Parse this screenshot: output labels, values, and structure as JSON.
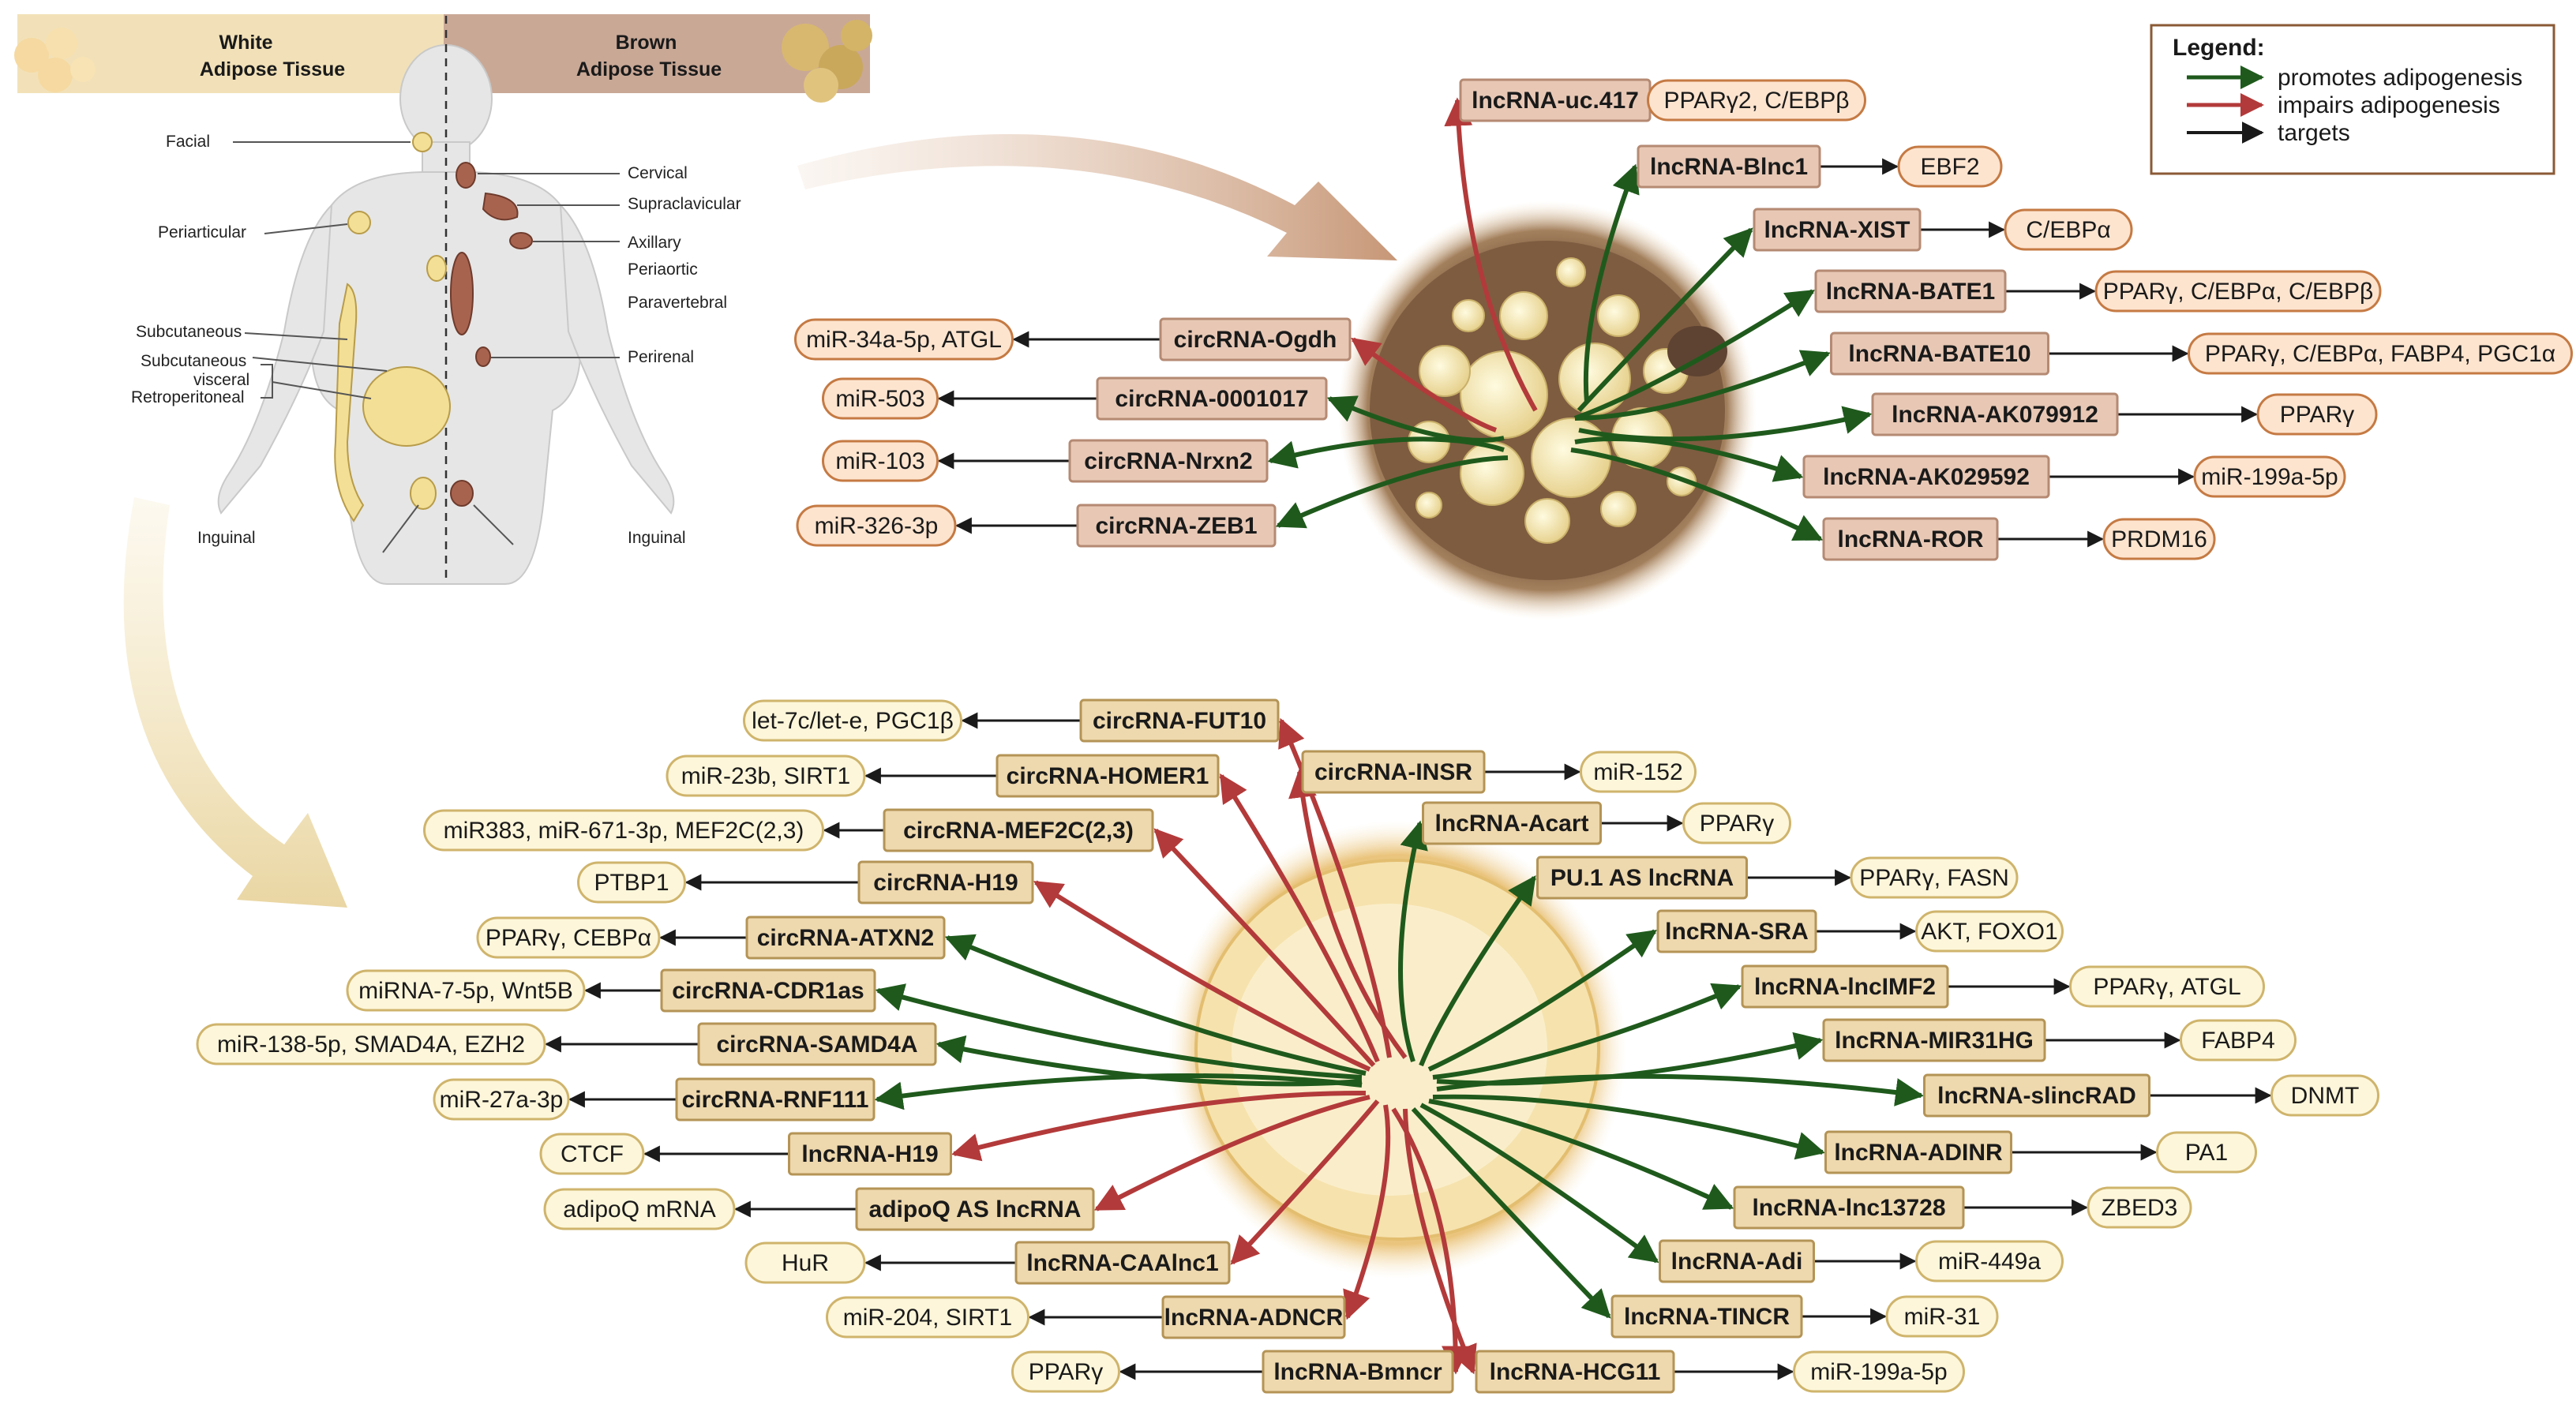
{
  "legend": {
    "title": "Legend:",
    "items": [
      {
        "label": "promotes adipogenesis",
        "color": "#1f5a1c"
      },
      {
        "label": "impairs adipogenesis",
        "color": "#b33a3a"
      },
      {
        "label": "targets",
        "color": "#1a1a1a"
      }
    ]
  },
  "body_panel": {
    "white_header": "White\nAdipose Tissue",
    "brown_header": "Brown\nAdipose Tissue",
    "white_labels": [
      "Facial",
      "Periarticular",
      "Subcutaneous",
      "Subcutaneous\nvisceral",
      "Retroperitoneal",
      "Inguinal"
    ],
    "brown_labels": [
      "Cervical",
      "Supraclavicular",
      "Axillary",
      "Periaortic",
      "Paravertebral",
      "Perirenal",
      "Inguinal"
    ]
  },
  "brown_regulators": [
    {
      "name": "lncRNA-uc.417",
      "target": "PPARγ2, C/EBPβ",
      "effect": "impairs"
    },
    {
      "name": "lncRNA-Blnc1",
      "target": "EBF2",
      "effect": "promotes"
    },
    {
      "name": "lncRNA-XIST",
      "target": "C/EBPα",
      "effect": "promotes"
    },
    {
      "name": "lncRNA-BATE1",
      "target": "PPARγ, C/EBPα, C/EBPβ",
      "effect": "promotes"
    },
    {
      "name": "lncRNA-BATE10",
      "target": "PPARγ, C/EBPα, FABP4, PGC1α",
      "effect": "promotes"
    },
    {
      "name": "lncRNA-AK079912",
      "target": "PPARγ",
      "effect": "promotes"
    },
    {
      "name": "lncRNA-AK029592",
      "target": "miR-199a-5p",
      "effect": "promotes"
    },
    {
      "name": "lncRNA-ROR",
      "target": "PRDM16",
      "effect": "promotes"
    },
    {
      "name": "circRNA-Ogdh",
      "target": "miR-34a-5p, ATGL",
      "effect": "impairs"
    },
    {
      "name": "circRNA-0001017",
      "target": "miR-503",
      "effect": "promotes"
    },
    {
      "name": "circRNA-Nrxn2",
      "target": "miR-103",
      "effect": "promotes"
    },
    {
      "name": "circRNA-ZEB1",
      "target": "miR-326-3p",
      "effect": "promotes"
    }
  ],
  "white_regulators": [
    {
      "name": "circRNA-FUT10",
      "target": "let-7c/let-e, PGC1β",
      "effect": "impairs"
    },
    {
      "name": "circRNA-HOMER1",
      "target": "miR-23b, SIRT1",
      "effect": "impairs"
    },
    {
      "name": "circRNA-MEF2C(2,3)",
      "target": "miR383, miR-671-3p, MEF2C(2,3)",
      "effect": "impairs"
    },
    {
      "name": "circRNA-H19",
      "target": "PTBP1",
      "effect": "impairs"
    },
    {
      "name": "circRNA-ATXN2",
      "target": "PPARγ, CEBPα",
      "effect": "promotes"
    },
    {
      "name": "circRNA-CDR1as",
      "target": "miRNA-7-5p, Wnt5B",
      "effect": "promotes"
    },
    {
      "name": "circRNA-SAMD4A",
      "target": "miR-138-5p, SMAD4A, EZH2",
      "effect": "promotes"
    },
    {
      "name": "circRNA-RNF111",
      "target": "miR-27a-3p",
      "effect": "promotes"
    },
    {
      "name": "lncRNA-H19",
      "target": "CTCF",
      "effect": "impairs"
    },
    {
      "name": "adipoQ AS lncRNA",
      "target": "adipoQ mRNA",
      "effect": "impairs"
    },
    {
      "name": "lncRNA-CAAlnc1",
      "target": "HuR",
      "effect": "impairs"
    },
    {
      "name": "lncRNA-ADNCR",
      "target": "miR-204, SIRT1",
      "effect": "impairs"
    },
    {
      "name": "lncRNA-Bmncr",
      "target": "PPARγ",
      "effect": "impairs"
    },
    {
      "name": "lncRNA-HCG11",
      "target": "miR-199a-5p",
      "effect": "impairs"
    },
    {
      "name": "circRNA-INSR",
      "target": "miR-152",
      "effect": "impairs"
    },
    {
      "name": "lncRNA-Acart",
      "target": "PPARγ",
      "effect": "promotes"
    },
    {
      "name": "PU.1 AS lncRNA",
      "target": "PPARγ, FASN",
      "effect": "promotes"
    },
    {
      "name": "lncRNA-SRA",
      "target": "AKT, FOXO1",
      "effect": "promotes"
    },
    {
      "name": "lncRNA-lncIMF2",
      "target": "PPARγ, ATGL",
      "effect": "promotes"
    },
    {
      "name": "lncRNA-MIR31HG",
      "target": "FABP4",
      "effect": "promotes"
    },
    {
      "name": "lncRNA-slincRAD",
      "target": "DNMT",
      "effect": "promotes"
    },
    {
      "name": "lncRNA-ADINR",
      "target": "PA1",
      "effect": "promotes"
    },
    {
      "name": "lncRNA-lnc13728",
      "target": "ZBED3",
      "effect": "promotes"
    },
    {
      "name": "lncRNA-Adi",
      "target": "miR-449a",
      "effect": "promotes"
    },
    {
      "name": "lncRNA-TINCR",
      "target": "miR-31",
      "effect": "promotes"
    }
  ],
  "colors": {
    "promotes": "#1f5a1c",
    "impairs": "#b33a3a",
    "targets": "#1a1a1a",
    "brown_box": "#e8c8b5",
    "brown_target": "#fde4cf",
    "white_box": "#eed8ad",
    "white_target": "#fdf6da"
  }
}
